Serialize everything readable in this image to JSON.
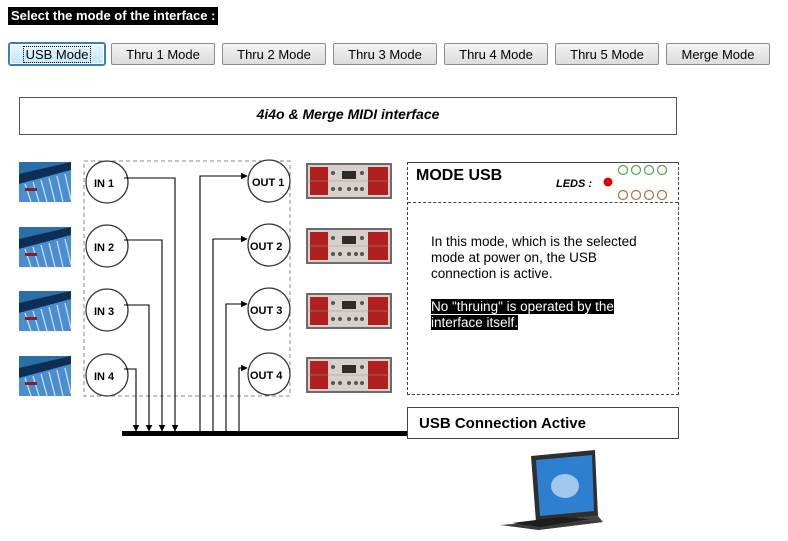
{
  "prompt": "Select the mode of the interface :",
  "modes": [
    {
      "label": "USB Mode",
      "selected": true
    },
    {
      "label": "Thru 1 Mode",
      "selected": false
    },
    {
      "label": "Thru 2 Mode",
      "selected": false
    },
    {
      "label": "Thru 3 Mode",
      "selected": false
    },
    {
      "label": "Thru 4 Mode",
      "selected": false
    },
    {
      "label": "Thru 5 Mode",
      "selected": false
    },
    {
      "label": "Merge Mode",
      "selected": false
    }
  ],
  "interface_title": "4i4o & Merge MIDI interface",
  "inputs": [
    "IN 1",
    "IN 2",
    "IN 3",
    "IN 4"
  ],
  "outputs": [
    "OUT 1",
    "OUT 2",
    "OUT 3",
    "OUT 4"
  ],
  "panel": {
    "title": "MODE USB",
    "leds_label": "LEDS :",
    "description": "In this mode, which is the selected mode at power on, the USB connection is active.",
    "note": "No \"thruing\" is operated by the interface itself.",
    "led_active_color": "#e00000",
    "led_on_index": 0
  },
  "usb_status": "USB Connection Active"
}
